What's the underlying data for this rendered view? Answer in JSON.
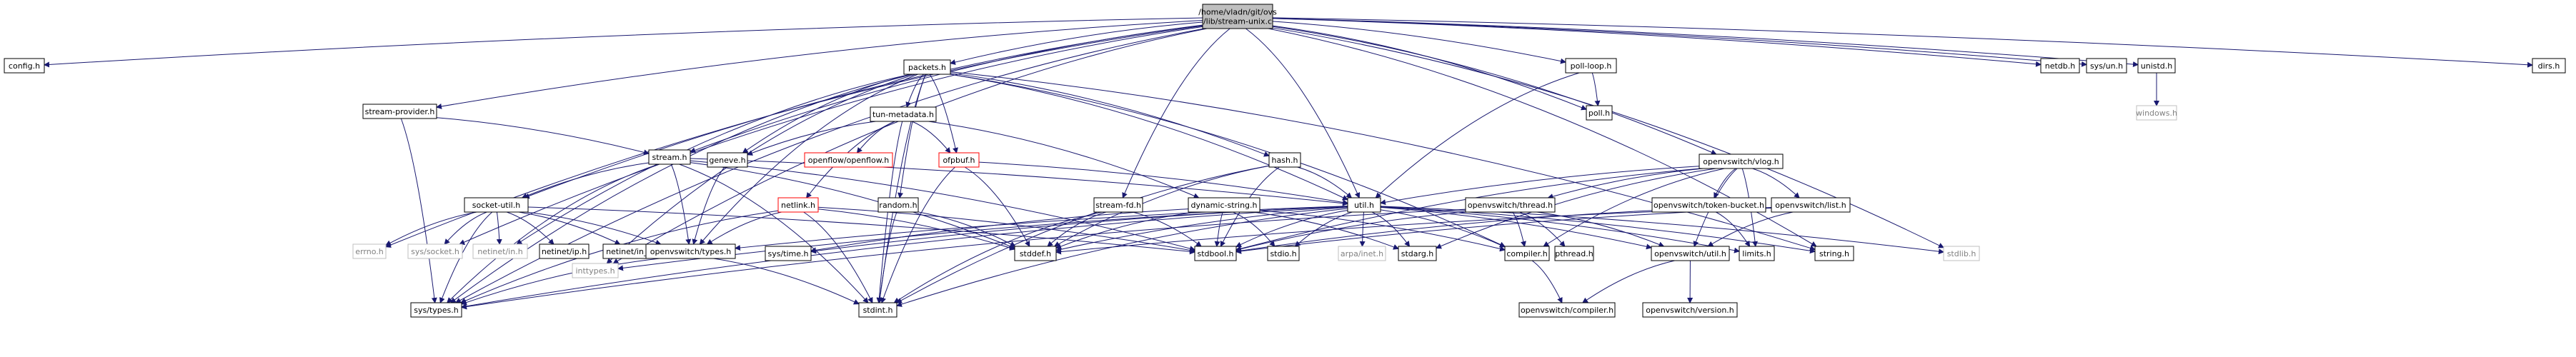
{
  "graph": {
    "title": "/home/vladn/git/ovs/lib/stream-unix.c",
    "colors": {
      "root_fill": "#bfbfbf",
      "root_border": "#000000",
      "node_fill": "#ffffff",
      "node_border": "#000000",
      "external_border": "#bfbfbf",
      "external_text": "#808080",
      "missing_border": "#ff0000",
      "edge": "#191970"
    },
    "nodes": [
      {
        "id": "root",
        "label": "/home/vladn/git/ovs\n/lib/stream-unix.c",
        "style": "root"
      },
      {
        "id": "config",
        "label": "config.h",
        "style": "normal"
      },
      {
        "id": "stream_provider",
        "label": "stream-provider.h",
        "style": "normal"
      },
      {
        "id": "packets",
        "label": "packets.h",
        "style": "normal"
      },
      {
        "id": "poll_loop",
        "label": "poll-loop.h",
        "style": "normal"
      },
      {
        "id": "netdb",
        "label": "netdb.h",
        "style": "normal"
      },
      {
        "id": "sys_un",
        "label": "sys/un.h",
        "style": "normal"
      },
      {
        "id": "unistd",
        "label": "unistd.h",
        "style": "normal"
      },
      {
        "id": "dirs",
        "label": "dirs.h",
        "style": "normal"
      },
      {
        "id": "tun_metadata",
        "label": "tun-metadata.h",
        "style": "normal"
      },
      {
        "id": "poll",
        "label": "poll.h",
        "style": "normal"
      },
      {
        "id": "windows",
        "label": "windows.h",
        "style": "external"
      },
      {
        "id": "stream",
        "label": "stream.h",
        "style": "normal"
      },
      {
        "id": "geneve",
        "label": "geneve.h",
        "style": "normal"
      },
      {
        "id": "openflow",
        "label": "openflow/openflow.h",
        "style": "missing"
      },
      {
        "id": "ofpbuf",
        "label": "ofpbuf.h",
        "style": "missing"
      },
      {
        "id": "hash",
        "label": "hash.h",
        "style": "normal"
      },
      {
        "id": "vlog",
        "label": "openvswitch/vlog.h",
        "style": "normal"
      },
      {
        "id": "socket_util",
        "label": "socket-util.h",
        "style": "normal"
      },
      {
        "id": "netlink",
        "label": "netlink.h",
        "style": "missing"
      },
      {
        "id": "random",
        "label": "random.h",
        "style": "normal"
      },
      {
        "id": "stream_fd",
        "label": "stream-fd.h",
        "style": "normal"
      },
      {
        "id": "dynamic_string",
        "label": "dynamic-string.h",
        "style": "normal"
      },
      {
        "id": "util",
        "label": "util.h",
        "style": "normal"
      },
      {
        "id": "thread",
        "label": "openvswitch/thread.h",
        "style": "normal"
      },
      {
        "id": "token_bucket",
        "label": "openvswitch/token-bucket.h",
        "style": "normal"
      },
      {
        "id": "ovs_list",
        "label": "openvswitch/list.h",
        "style": "normal"
      },
      {
        "id": "errno",
        "label": "errno.h",
        "style": "external"
      },
      {
        "id": "sys_socket",
        "label": "sys/socket.h",
        "style": "external"
      },
      {
        "id": "netinet_in",
        "label": "netinet/in.h",
        "style": "external"
      },
      {
        "id": "netinet_ip",
        "label": "netinet/ip.h",
        "style": "normal"
      },
      {
        "id": "netinet_in_systm",
        "label": "netinet/in_systm.h",
        "style": "normal"
      },
      {
        "id": "inttypes",
        "label": "inttypes.h",
        "style": "external"
      },
      {
        "id": "ovs_types",
        "label": "openvswitch/types.h",
        "style": "normal"
      },
      {
        "id": "sys_time",
        "label": "sys/time.h",
        "style": "normal"
      },
      {
        "id": "stddef",
        "label": "stddef.h",
        "style": "normal"
      },
      {
        "id": "stdbool",
        "label": "stdbool.h",
        "style": "normal"
      },
      {
        "id": "stdio",
        "label": "stdio.h",
        "style": "normal"
      },
      {
        "id": "arpa_inet",
        "label": "arpa/inet.h",
        "style": "external"
      },
      {
        "id": "stdarg",
        "label": "stdarg.h",
        "style": "normal"
      },
      {
        "id": "compiler",
        "label": "compiler.h",
        "style": "normal"
      },
      {
        "id": "pthread",
        "label": "pthread.h",
        "style": "normal"
      },
      {
        "id": "ovs_util",
        "label": "openvswitch/util.h",
        "style": "normal"
      },
      {
        "id": "limits",
        "label": "limits.h",
        "style": "normal"
      },
      {
        "id": "string",
        "label": "string.h",
        "style": "normal"
      },
      {
        "id": "stdlib",
        "label": "stdlib.h",
        "style": "external"
      },
      {
        "id": "sys_types",
        "label": "sys/types.h",
        "style": "normal"
      },
      {
        "id": "stdint",
        "label": "stdint.h",
        "style": "normal"
      },
      {
        "id": "ovs_compiler",
        "label": "openvswitch/compiler.h",
        "style": "normal"
      },
      {
        "id": "ovs_version",
        "label": "openvswitch/version.h",
        "style": "normal"
      }
    ],
    "edges": [
      [
        "root",
        "config"
      ],
      [
        "root",
        "stream_provider"
      ],
      [
        "root",
        "packets"
      ],
      [
        "root",
        "poll_loop"
      ],
      [
        "root",
        "netdb"
      ],
      [
        "root",
        "sys_un"
      ],
      [
        "root",
        "unistd"
      ],
      [
        "root",
        "dirs"
      ],
      [
        "root",
        "stream"
      ],
      [
        "root",
        "socket_util"
      ],
      [
        "root",
        "stream_fd"
      ],
      [
        "root",
        "util"
      ],
      [
        "root",
        "vlog"
      ],
      [
        "root",
        "errno"
      ],
      [
        "root",
        "sys_socket"
      ],
      [
        "root",
        "inttypes"
      ],
      [
        "root",
        "sys_types"
      ],
      [
        "root",
        "string"
      ],
      [
        "root",
        "stdlib"
      ],
      [
        "root",
        "poll"
      ],
      [
        "stream_provider",
        "stream"
      ],
      [
        "stream_provider",
        "sys_types"
      ],
      [
        "packets",
        "tun_metadata"
      ],
      [
        "packets",
        "geneve"
      ],
      [
        "packets",
        "ofpbuf"
      ],
      [
        "packets",
        "hash"
      ],
      [
        "packets",
        "random"
      ],
      [
        "packets",
        "inttypes"
      ],
      [
        "packets",
        "sys_types"
      ],
      [
        "packets",
        "stdint"
      ],
      [
        "packets",
        "string"
      ],
      [
        "packets",
        "netinet_in"
      ],
      [
        "packets",
        "ovs_types"
      ],
      [
        "packets",
        "util"
      ],
      [
        "packets",
        "compiler"
      ],
      [
        "poll_loop",
        "poll"
      ],
      [
        "poll_loop",
        "util"
      ],
      [
        "unistd",
        "windows"
      ],
      [
        "tun_metadata",
        "openflow"
      ],
      [
        "tun_metadata",
        "netlink"
      ],
      [
        "tun_metadata",
        "ofpbuf"
      ],
      [
        "tun_metadata",
        "geneve"
      ],
      [
        "tun_metadata",
        "dynamic_string"
      ],
      [
        "tun_metadata",
        "stdint"
      ],
      [
        "stream",
        "socket_util"
      ],
      [
        "stream",
        "ovs_types"
      ],
      [
        "stream",
        "stdbool"
      ],
      [
        "stream",
        "stddef"
      ],
      [
        "stream",
        "sys_types"
      ],
      [
        "stream",
        "stdint"
      ],
      [
        "stream",
        "util"
      ],
      [
        "geneve",
        "ovs_types"
      ],
      [
        "ofpbuf",
        "stddef"
      ],
      [
        "ofpbuf",
        "stdint"
      ],
      [
        "ofpbuf",
        "util"
      ],
      [
        "hash",
        "stdint"
      ],
      [
        "hash",
        "stdbool"
      ],
      [
        "hash",
        "stddef"
      ],
      [
        "hash",
        "util"
      ],
      [
        "vlog",
        "util"
      ],
      [
        "vlog",
        "thread"
      ],
      [
        "vlog",
        "token_bucket"
      ],
      [
        "vlog",
        "ovs_list"
      ],
      [
        "vlog",
        "stdarg"
      ],
      [
        "vlog",
        "stdbool"
      ],
      [
        "vlog",
        "limits"
      ],
      [
        "vlog",
        "compiler"
      ],
      [
        "vlog",
        "ovs_util"
      ],
      [
        "socket_util",
        "errno"
      ],
      [
        "socket_util",
        "sys_socket"
      ],
      [
        "socket_util",
        "netinet_in"
      ],
      [
        "socket_util",
        "netinet_ip"
      ],
      [
        "socket_util",
        "netinet_in_systm"
      ],
      [
        "socket_util",
        "ovs_types"
      ],
      [
        "socket_util",
        "stdbool"
      ],
      [
        "socket_util",
        "sys_types"
      ],
      [
        "netlink",
        "ovs_types"
      ],
      [
        "netlink",
        "stddef"
      ],
      [
        "netlink",
        "stdbool"
      ],
      [
        "netlink",
        "stdint"
      ],
      [
        "netlink",
        "sys_types"
      ],
      [
        "random",
        "stddef"
      ],
      [
        "random",
        "stdint"
      ],
      [
        "stream_fd",
        "stddef"
      ],
      [
        "stream_fd",
        "stdbool"
      ],
      [
        "stream_fd",
        "stdint"
      ],
      [
        "dynamic_string",
        "stdarg"
      ],
      [
        "dynamic_string",
        "stdbool"
      ],
      [
        "dynamic_string",
        "stddef"
      ],
      [
        "dynamic_string",
        "stdio"
      ],
      [
        "dynamic_string",
        "sys_time"
      ],
      [
        "dynamic_string",
        "compiler"
      ],
      [
        "util",
        "inttypes"
      ],
      [
        "util",
        "sys_time"
      ],
      [
        "util",
        "stddef"
      ],
      [
        "util",
        "stdbool"
      ],
      [
        "util",
        "stdio"
      ],
      [
        "util",
        "arpa_inet"
      ],
      [
        "util",
        "stdarg"
      ],
      [
        "util",
        "compiler"
      ],
      [
        "util",
        "ovs_util"
      ],
      [
        "util",
        "limits"
      ],
      [
        "util",
        "string"
      ],
      [
        "util",
        "stdlib"
      ],
      [
        "util",
        "stdint"
      ],
      [
        "util",
        "ovs_types"
      ],
      [
        "util",
        "sys_types"
      ],
      [
        "thread",
        "pthread"
      ],
      [
        "thread",
        "stdbool"
      ],
      [
        "thread",
        "compiler"
      ],
      [
        "thread",
        "ovs_util"
      ],
      [
        "thread",
        "sys_types"
      ],
      [
        "token_bucket",
        "limits"
      ],
      [
        "token_bucket",
        "stdbool"
      ],
      [
        "ovs_list",
        "stdbool"
      ],
      [
        "ovs_list",
        "stddef"
      ],
      [
        "ovs_list",
        "ovs_util"
      ],
      [
        "ovs_types",
        "sys_types"
      ],
      [
        "ovs_types",
        "stdint"
      ],
      [
        "compiler",
        "ovs_compiler"
      ],
      [
        "ovs_util",
        "ovs_version"
      ],
      [
        "ovs_util",
        "ovs_compiler"
      ]
    ]
  }
}
